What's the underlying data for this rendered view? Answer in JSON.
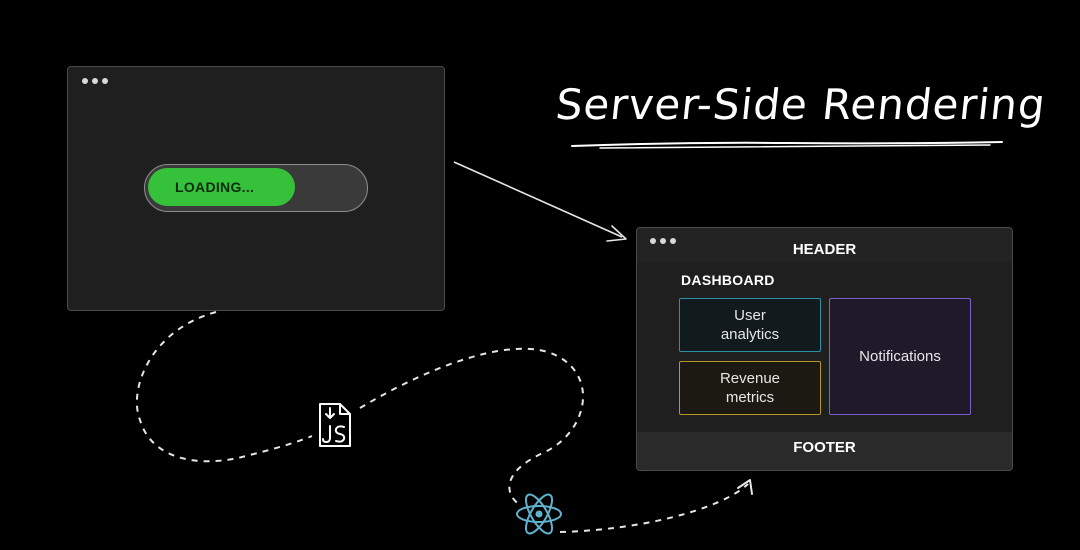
{
  "title": "Server-Side Rendering",
  "loading_window": {
    "loading_label": "LOADING...",
    "progress_fraction": 0.68
  },
  "dashboard_window": {
    "header": "HEADER",
    "title": "DASHBOARD",
    "cards": {
      "user_analytics": "User analytics",
      "revenue_metrics": "Revenue metrics",
      "notifications": "Notifications"
    },
    "footer": "FOOTER"
  },
  "icons": [
    "js-file-download-icon",
    "react-icon"
  ],
  "colors": {
    "background": "#000000",
    "window": "#1f1f1f",
    "loader_fill": "#35c23a",
    "user_card_border": "#2f8fa3",
    "revenue_card_border": "#b5972c",
    "notifications_card_border": "#7d5fc9",
    "react_icon": "#5fb3cf"
  }
}
